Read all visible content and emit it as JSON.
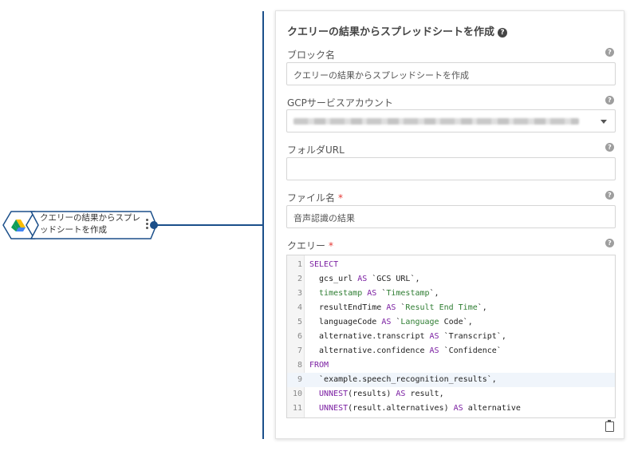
{
  "node": {
    "label": "クエリーの結果からスプレッドシートを作成",
    "icon": "google-drive-icon"
  },
  "panel": {
    "title": "クエリーの結果からスプレッドシートを作成",
    "fields": {
      "block_name": {
        "label": "ブロック名",
        "value": "クエリーの結果からスプレッドシートを作成"
      },
      "gcp_account": {
        "label": "GCPサービスアカウント",
        "value": ""
      },
      "folder_url": {
        "label": "フォルダURL",
        "value": ""
      },
      "file_name": {
        "label": "ファイル名",
        "required_mark": "*",
        "value": "音声認識の結果"
      },
      "query": {
        "label": "クエリー",
        "required_mark": "*"
      }
    }
  },
  "query_lines": [
    {
      "n": "1",
      "parts": [
        [
          "kw",
          "SELECT"
        ]
      ]
    },
    {
      "n": "2",
      "parts": [
        [
          "",
          "  gcs_url "
        ],
        [
          "kw",
          "AS"
        ],
        [
          "",
          " `GCS URL`,"
        ]
      ]
    },
    {
      "n": "3",
      "parts": [
        [
          "fn",
          "  timestamp "
        ],
        [
          "kw",
          "AS"
        ],
        [
          "",
          " `"
        ],
        [
          "fn",
          "Timestamp"
        ],
        [
          "",
          "`,"
        ]
      ]
    },
    {
      "n": "4",
      "parts": [
        [
          "",
          "  resultEndTime "
        ],
        [
          "kw",
          "AS"
        ],
        [
          "",
          " `"
        ],
        [
          "str",
          "Result End Time"
        ],
        [
          "",
          "`,"
        ]
      ]
    },
    {
      "n": "5",
      "parts": [
        [
          "",
          "  languageCode "
        ],
        [
          "kw",
          "AS"
        ],
        [
          "",
          " `"
        ],
        [
          "str",
          "Language"
        ],
        [
          "",
          " Code`,"
        ]
      ]
    },
    {
      "n": "6",
      "parts": [
        [
          "",
          "  alternative.transcript "
        ],
        [
          "kw",
          "AS"
        ],
        [
          "",
          " `Transcript`,"
        ]
      ]
    },
    {
      "n": "7",
      "parts": [
        [
          "",
          "  alternative.confidence "
        ],
        [
          "kw",
          "AS"
        ],
        [
          "",
          " `Confidence`"
        ]
      ]
    },
    {
      "n": "8",
      "parts": [
        [
          "kw",
          "FROM"
        ]
      ]
    },
    {
      "n": "9",
      "parts": [
        [
          "",
          "  `example.speech_recognition_results`,"
        ]
      ]
    },
    {
      "n": "10",
      "parts": [
        [
          "kw",
          "  UNNEST"
        ],
        [
          "",
          "(results) "
        ],
        [
          "kw",
          "AS"
        ],
        [
          "",
          " result,"
        ]
      ]
    },
    {
      "n": "11",
      "parts": [
        [
          "kw",
          "  UNNEST"
        ],
        [
          "",
          "(result.alternatives) "
        ],
        [
          "kw",
          "AS"
        ],
        [
          "",
          " alternative"
        ]
      ]
    }
  ],
  "active_line": "9",
  "colors": {
    "connector": "#1b4f8a",
    "keyword": "#7b1fa2",
    "string": "#2e7d32",
    "required": "#e53935"
  }
}
